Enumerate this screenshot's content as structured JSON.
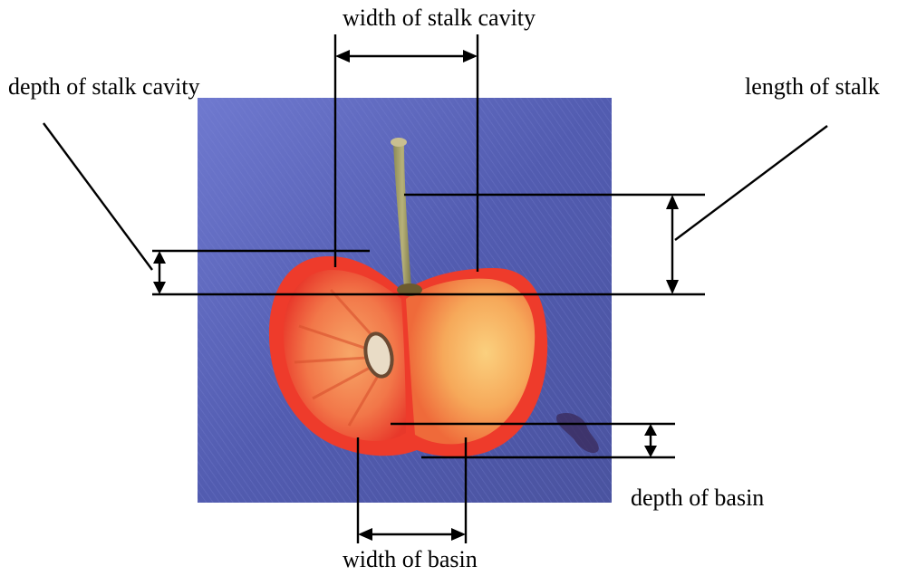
{
  "labels": {
    "width_of_stalk_cavity": "width of stalk cavity",
    "depth_of_stalk_cavity": "depth of stalk cavity",
    "length_of_stalk": "length of stalk",
    "depth_of_basin": "depth of basin",
    "width_of_basin": "width of basin"
  },
  "colors": {
    "cloth": "#5a63b8",
    "cherry_red": "#f03b2c",
    "cherry_flesh": "#f7b060",
    "pit": "#e8dcc8",
    "line": "#000000"
  }
}
